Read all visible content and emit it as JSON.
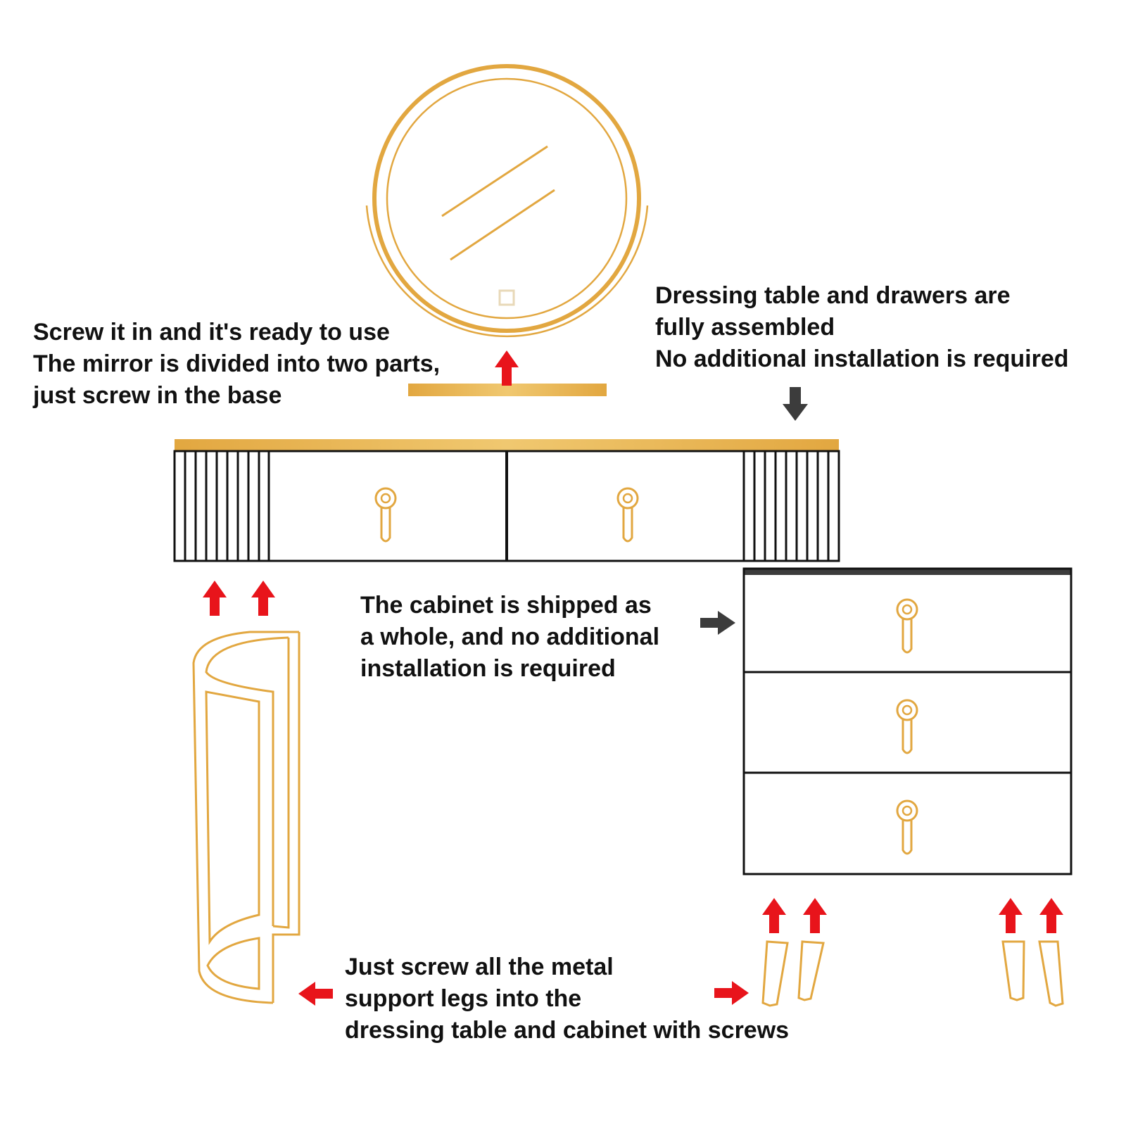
{
  "colors": {
    "gold": "#E2A740",
    "gold_light": "#F0C870",
    "red": "#E8141B",
    "gray_arrow": "#3C3C3C",
    "ink": "#111111"
  },
  "notes": {
    "mirror": {
      "line1": "Screw it in and it's ready to use",
      "line2": "The mirror is divided into two parts,",
      "line3": "just screw in the base"
    },
    "table": {
      "line1": "Dressing table and drawers are",
      "line2": "fully assembled",
      "line3": "No additional installation is required"
    },
    "cabinet": {
      "line1": "The cabinet is shipped as",
      "line2": "a whole, and no additional",
      "line3": "installation is required"
    },
    "legs": {
      "line1": "Just screw all the metal",
      "line2": "support legs into the",
      "line3": "dressing table and cabinet with screws"
    }
  },
  "icons": {
    "up": "red-up-arrow-icon",
    "left": "red-left-arrow-icon",
    "right": "red-right-arrow-icon",
    "down": "gray-down-arrow-icon",
    "pull": "drawer-pull-icon"
  }
}
